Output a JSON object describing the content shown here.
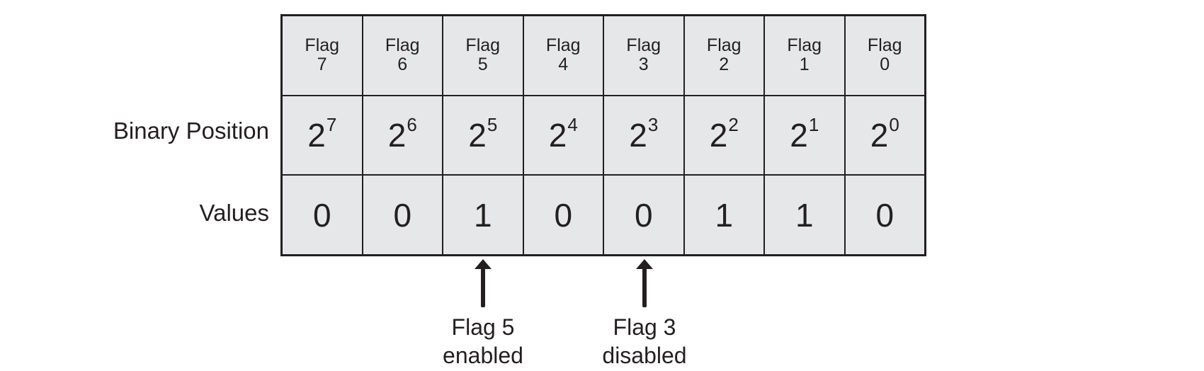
{
  "row_labels": {
    "binary_position": "Binary Position",
    "values": "Values"
  },
  "columns": [
    {
      "flag_word": "Flag",
      "flag_num": "7",
      "base": "2",
      "exp": "7",
      "value": "0"
    },
    {
      "flag_word": "Flag",
      "flag_num": "6",
      "base": "2",
      "exp": "6",
      "value": "0"
    },
    {
      "flag_word": "Flag",
      "flag_num": "5",
      "base": "2",
      "exp": "5",
      "value": "1"
    },
    {
      "flag_word": "Flag",
      "flag_num": "4",
      "base": "2",
      "exp": "4",
      "value": "0"
    },
    {
      "flag_word": "Flag",
      "flag_num": "3",
      "base": "2",
      "exp": "3",
      "value": "0"
    },
    {
      "flag_word": "Flag",
      "flag_num": "2",
      "base": "2",
      "exp": "2",
      "value": "1"
    },
    {
      "flag_word": "Flag",
      "flag_num": "1",
      "base": "2",
      "exp": "1",
      "value": "1"
    },
    {
      "flag_word": "Flag",
      "flag_num": "0",
      "base": "2",
      "exp": "0",
      "value": "0"
    }
  ],
  "annotations": [
    {
      "line1": "Flag 5",
      "line2": "enabled",
      "target_flag": "5"
    },
    {
      "line1": "Flag 3",
      "line2": "disabled",
      "target_flag": "3"
    }
  ],
  "colors": {
    "cell_fill": "#e6e7e8",
    "stroke": "#231f20"
  }
}
